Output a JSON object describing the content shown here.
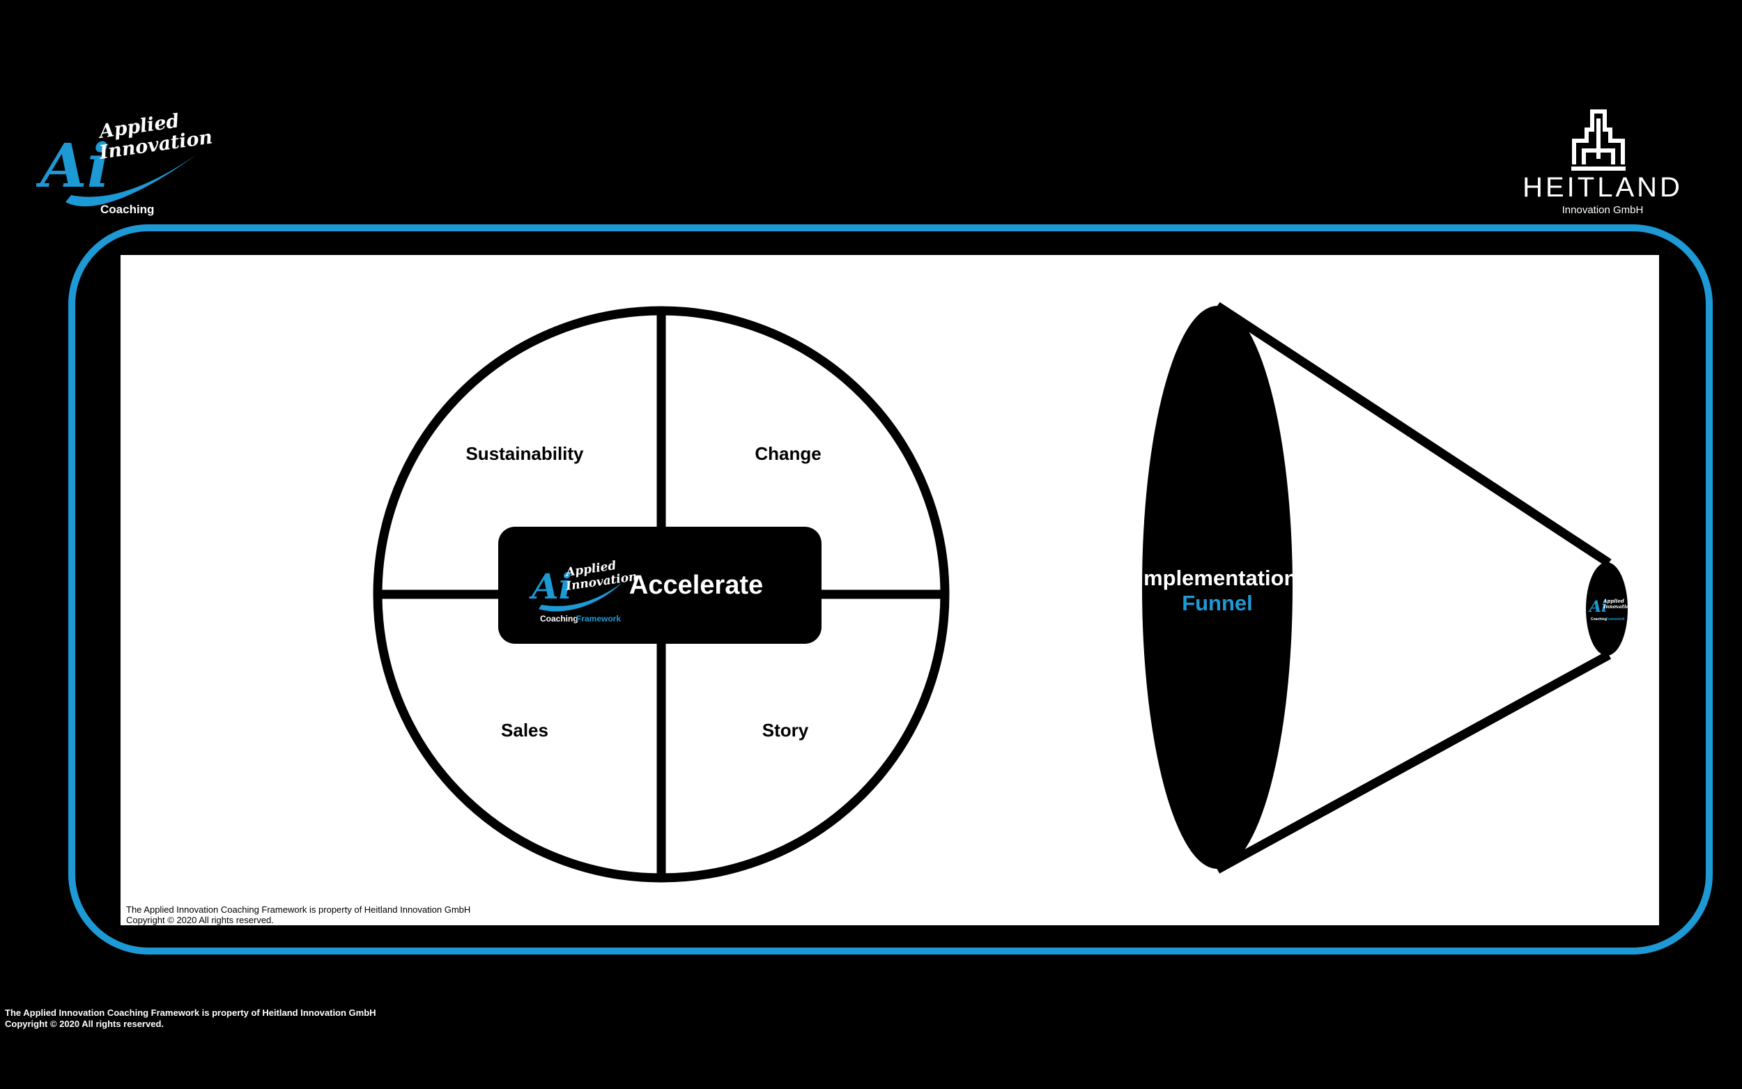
{
  "brand": {
    "left_logo": {
      "mark": "Ai",
      "line1": "Applied",
      "line2": "Innovation",
      "subtitle": "Coaching"
    },
    "right_logo": {
      "name": "HEITLAND",
      "subtitle": "Innovation GmbH"
    }
  },
  "colors": {
    "accent": "#1d9ad6",
    "background": "#000000",
    "canvas": "#ffffff"
  },
  "wheel": {
    "quadrants": [
      "Sustainability",
      "Change",
      "Sales",
      "Story"
    ],
    "center": {
      "title": "Accelerate",
      "badge_mark": "Ai",
      "badge_line1": "Applied",
      "badge_line2": "Innovation",
      "badge_coaching": "Coaching",
      "badge_framework": "Framework"
    }
  },
  "funnel": {
    "label_line1": "Implementation",
    "label_line2": "Funnel",
    "tip_badge": {
      "mark": "Ai",
      "line1": "Applied",
      "line2": "Innovation",
      "coaching": "Coaching",
      "framework": "Framework"
    }
  },
  "copyright": {
    "line1": "The Applied Innovation Coaching Framework is property of Heitland Innovation GmbH",
    "line2": "Copyright © 2020 All rights reserved."
  }
}
